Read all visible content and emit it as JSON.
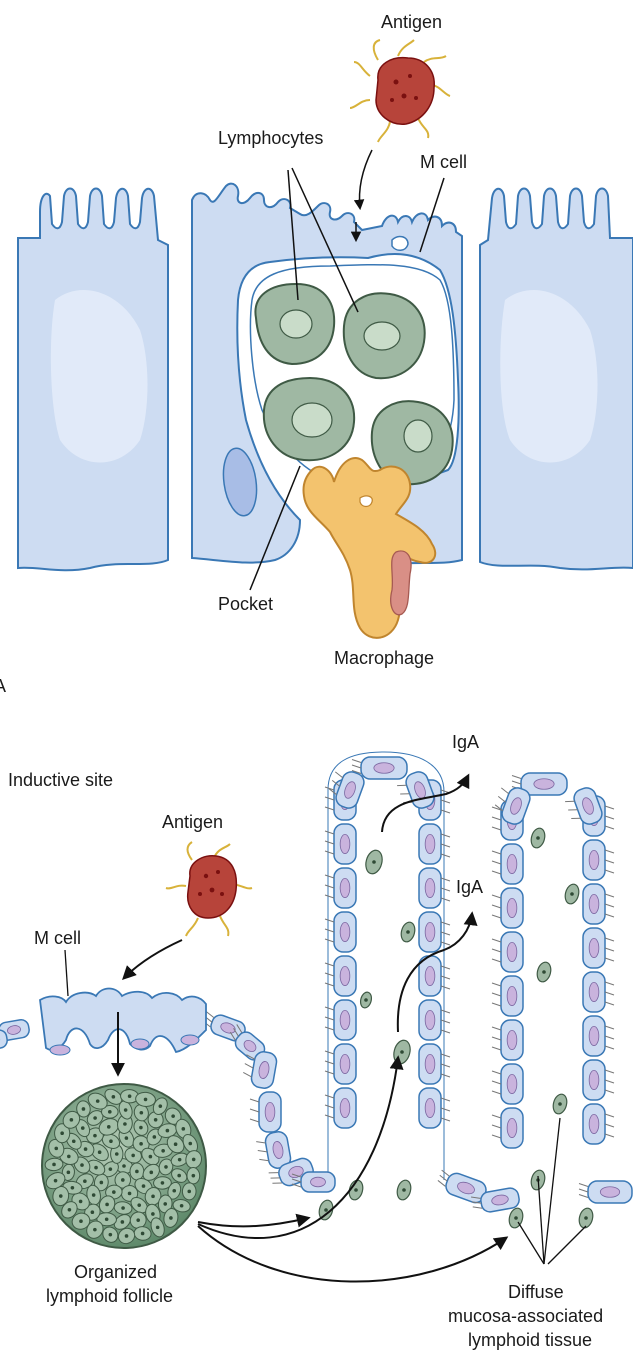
{
  "panel_a": {
    "labels": {
      "antigen": "Antigen",
      "lymphocytes": "Lymphocytes",
      "m_cell": "M cell",
      "pocket": "Pocket",
      "macrophage": "Macrophage"
    },
    "panel_letter": "A"
  },
  "panel_b": {
    "labels": {
      "inductive_site": "Inductive site",
      "antigen": "Antigen",
      "m_cell": "M cell",
      "iga_1": "IgA",
      "iga_2": "IgA",
      "follicle_line1": "Organized",
      "follicle_line2": "lymphoid follicle",
      "diffuse_line1": "Diffuse",
      "diffuse_line2": "mucosa-associated",
      "diffuse_line3": "lymphoid tissue"
    }
  },
  "colors": {
    "epithelium_fill": "#cddcf2",
    "epithelium_stroke": "#3a78b5",
    "lymphocyte_fill": "#9fb8a3",
    "lymphocyte_nucleus": "#c9dcc9",
    "lymphocyte_stroke": "#3f5a45",
    "macrophage_fill": "#f3c36e",
    "macrophage_stroke": "#c0852e",
    "macrophage_nucleus": "#d98f86",
    "antigen_fill": "#b7443a",
    "antigen_dots": "#7a1010",
    "antigen_spikes": "#d8b23a",
    "cell_nucleus_b": "#c9b3dd",
    "follicle_fill": "#7ea48a",
    "arrow": "#111111"
  }
}
